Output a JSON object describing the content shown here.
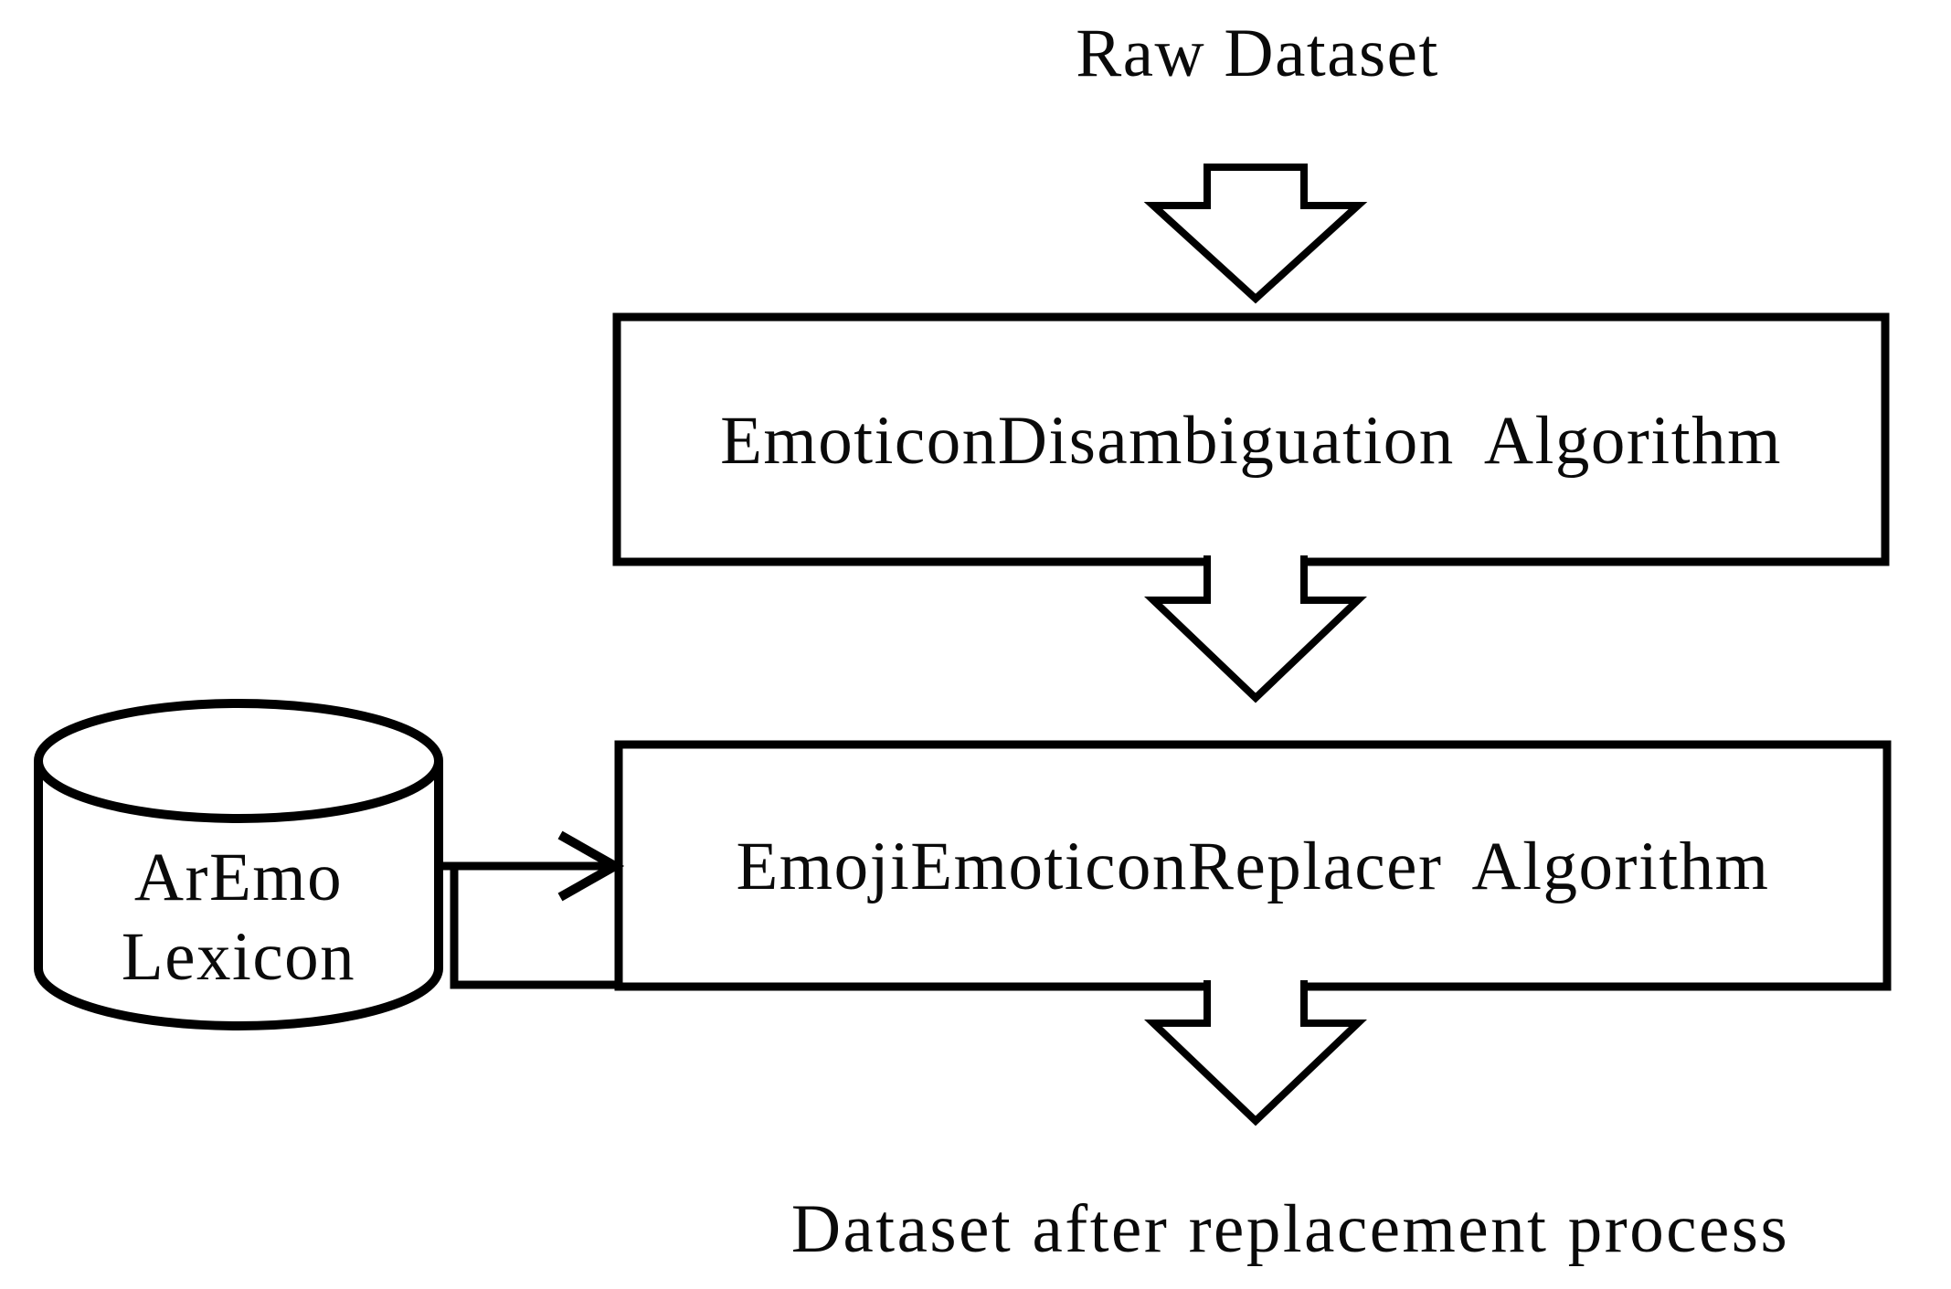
{
  "diagram": {
    "title_top": "Raw Dataset",
    "title_bottom": "Dataset after replacement process",
    "nodes": [
      {
        "id": "box1",
        "type": "process",
        "label": "EmoticonDisambiguation Algorithm"
      },
      {
        "id": "box2",
        "type": "process",
        "label": "EmojiEmoticonReplacer Algorithm"
      },
      {
        "id": "lexicon",
        "type": "database-cylinder",
        "label_line1": "ArEmo",
        "label_line2": "Lexicon"
      }
    ],
    "edges": [
      {
        "from": "Raw Dataset",
        "to": "EmoticonDisambiguation Algorithm",
        "style": "block-arrow-down"
      },
      {
        "from": "EmoticonDisambiguation Algorithm",
        "to": "EmojiEmoticonReplacer Algorithm",
        "style": "block-arrow-down"
      },
      {
        "from": "ArEmo Lexicon",
        "to": "EmojiEmoticonReplacer Algorithm",
        "style": "line-arrow-right"
      },
      {
        "from": "EmojiEmoticonReplacer Algorithm",
        "to": "Dataset after replacement process",
        "style": "block-arrow-down"
      }
    ],
    "colors": {
      "stroke": "#000000",
      "fill": "#ffffff"
    }
  }
}
